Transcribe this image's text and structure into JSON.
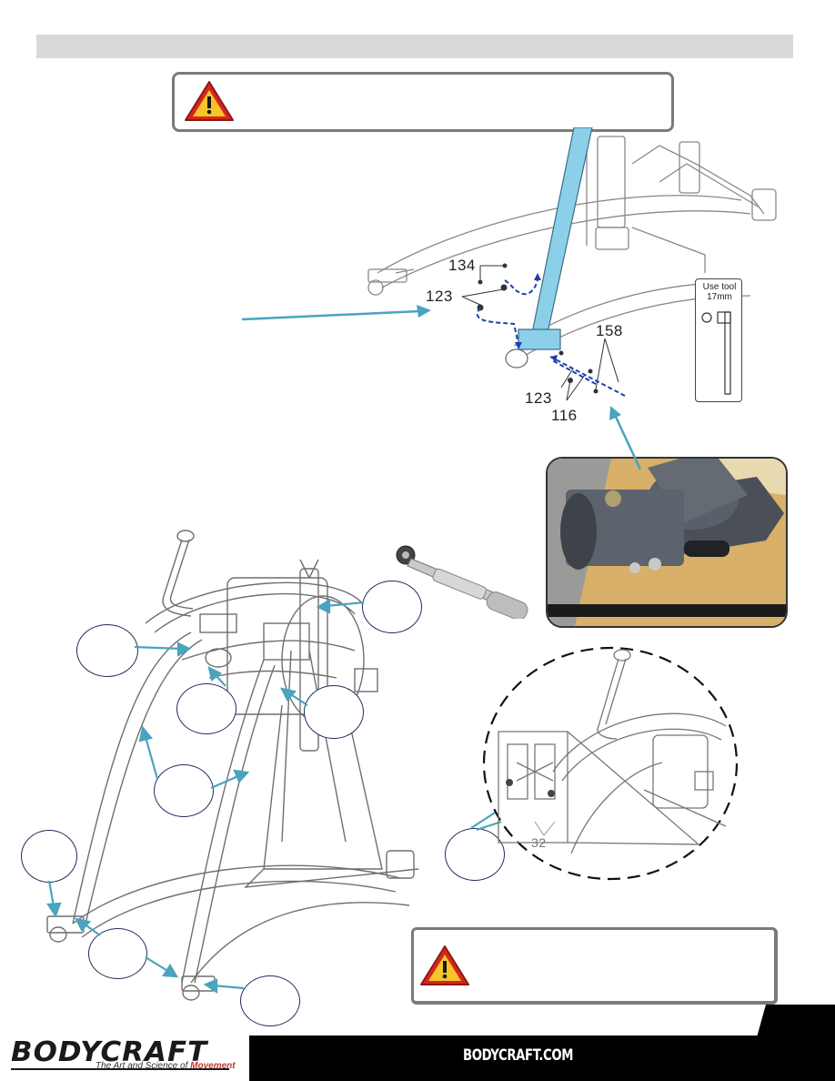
{
  "diagram": {
    "part_numbers": {
      "p134": "134",
      "p123_top": "123",
      "p158": "158",
      "p123_bottom": "123",
      "p116": "116",
      "p32": "32"
    },
    "tool_note": {
      "line1": "Use tool",
      "line2": "17mm"
    }
  },
  "footer": {
    "brand": "BODYCRAFT",
    "tagline_prefix": "The Art and Science of ",
    "tagline_emphasis": "Movement",
    "url": "BODYCRAFT.COM"
  },
  "colors": {
    "arrow": "#4aa3bf",
    "highlight_tube": "#8ccfe8",
    "dashed_path": "#1f3fb0",
    "warning_fill": "#d7261e",
    "warning_triangle": "#f6c52a",
    "header_bar": "#d9d9d9"
  },
  "icons": [
    "warning-icon",
    "torque-wrench-icon",
    "tool-hex-icon"
  ]
}
